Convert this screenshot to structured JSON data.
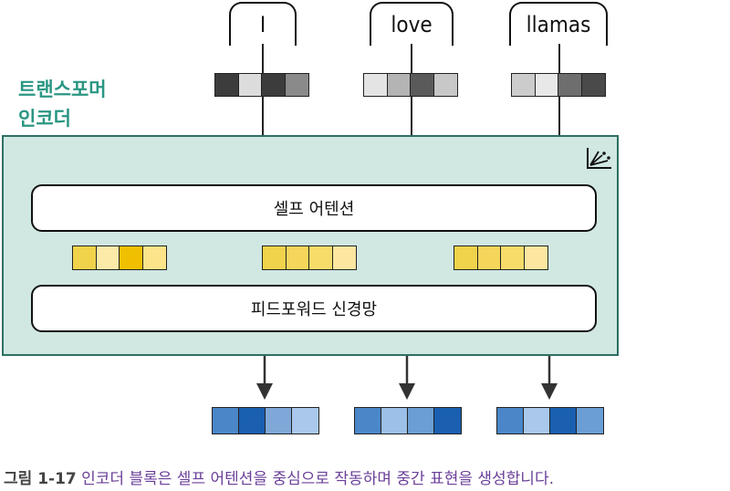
{
  "tokens": [
    "I",
    "love",
    "llamas"
  ],
  "encoder": {
    "title_line1": "트랜스포머",
    "title_line2": "인코더",
    "self_attention_label": "셀프 어텐션",
    "feed_forward_label": "피드포워드 신경망"
  },
  "caption": {
    "figure_number": "그림 1-17",
    "text": "인코더 블록은 셀프 어텐션을 중심으로 작동하며 중간 표현을 생성합니다."
  },
  "colors": {
    "encoder_fill": "#d0e7e2",
    "encoder_label": "#2a9683",
    "caption_text": "#6a3f99",
    "input_vectors": [
      [
        "#3c3c3c",
        "#dcdcdc",
        "#3c3c3c",
        "#8a8a8a"
      ],
      [
        "#e4e4e4",
        "#b4b4b4",
        "#5a5a5a",
        "#c8c8c8"
      ],
      [
        "#cccccc",
        "#e8e8e8",
        "#6e6e6e",
        "#4a4a4a"
      ]
    ],
    "attention_vectors": [
      [
        "#f0d34a",
        "#fbeaa8",
        "#f0c000",
        "#fbe48a"
      ],
      [
        "#f0d34a",
        "#f5d65a",
        "#f7dc6a",
        "#fde7a0"
      ],
      [
        "#f0d34a",
        "#f5d65a",
        "#f7dc6a",
        "#fde7a0"
      ]
    ],
    "output_vectors": [
      [
        "#4a86c8",
        "#1a5fb0",
        "#7fa8d8",
        "#a9c8eb"
      ],
      [
        "#4a86c8",
        "#9cc0e8",
        "#6a9ed4",
        "#1a5fb0"
      ],
      [
        "#4a86c8",
        "#a9c8eb",
        "#1a5fb0",
        "#6a9ed4"
      ]
    ]
  }
}
